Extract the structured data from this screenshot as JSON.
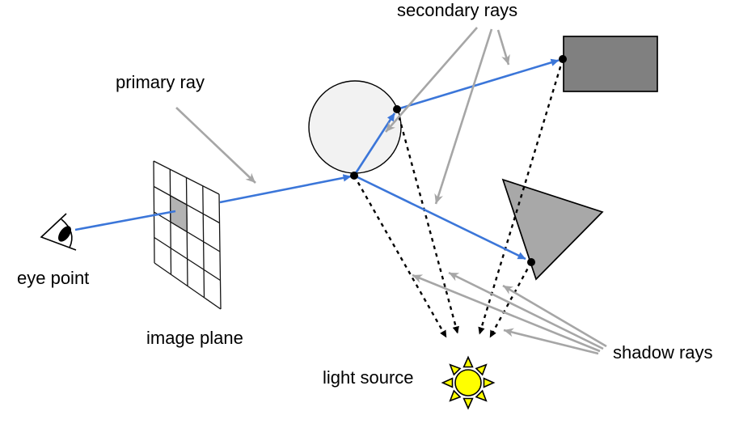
{
  "diagram": {
    "title_context": "ray tracing diagram",
    "labels": {
      "secondary_rays": "secondary rays",
      "primary_ray": "primary ray",
      "eye_point": "eye point",
      "image_plane": "image plane",
      "light_source": "light source",
      "shadow_rays": "shadow rays"
    },
    "colors": {
      "ray_blue": "#3b76d9",
      "annotation_gray": "#a6a6a6",
      "shadow_ray_black": "#000000",
      "rectangle_fill": "#808080",
      "triangle_fill": "#a8a8a8",
      "sphere_fill": "#f2f2f2",
      "pixel_fill": "#b3b3b3",
      "sun_fill": "#ffff00",
      "outline_black": "#000000"
    },
    "icons": {
      "eye": "eye-icon",
      "sun": "sun-icon"
    }
  }
}
